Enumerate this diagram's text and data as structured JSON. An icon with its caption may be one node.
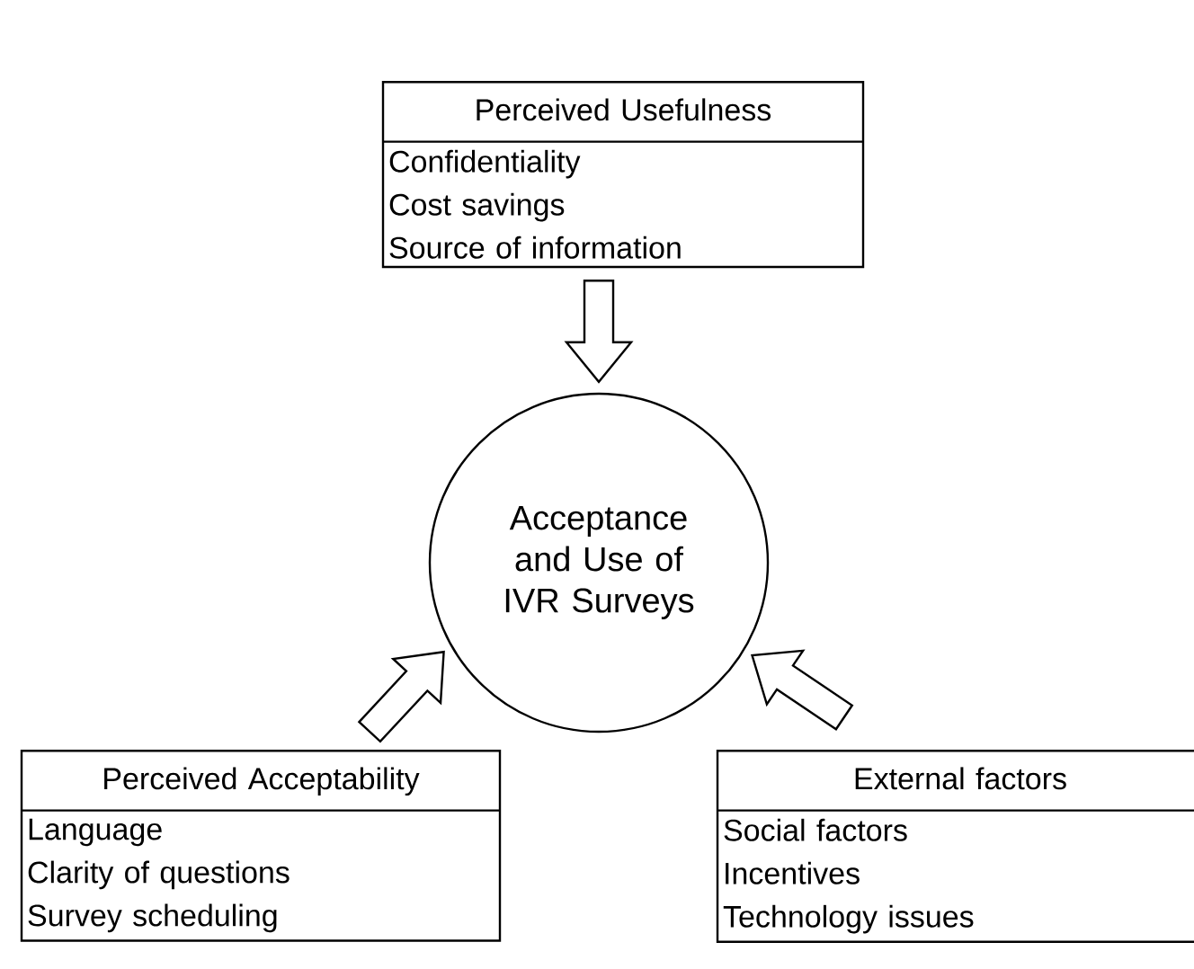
{
  "diagram": {
    "nodes": [
      {
        "text": [
          "Perceived Usefulness",
          "Confidentiality",
          "Cost savings",
          "Source of information"
        ]
      },
      {
        "text": [
          "Acceptance and Use of IVR Surveys"
        ]
      },
      {
        "text": [
          "Perceived Acceptability",
          "Language",
          "Clarity of questions",
          "Survey scheduling"
        ]
      },
      {
        "text": [
          "External factors",
          "Social factors",
          "Incentives",
          "Technology issues"
        ]
      }
    ],
    "edges": [
      {
        "from": 0,
        "to": 1,
        "arrow": "to"
      },
      {
        "from": 2,
        "to": 1,
        "arrow": "to"
      },
      {
        "from": 3,
        "to": 1,
        "arrow": "to"
      }
    ]
  }
}
